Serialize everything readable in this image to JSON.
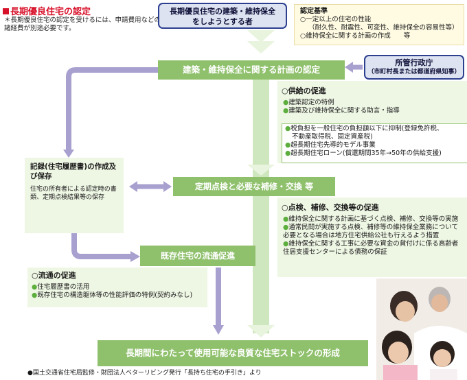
{
  "title": "長期優良住宅の認定",
  "note": "＊長期優良住宅の認定を受けるには、申請費用などの諸経費が別途必要です。",
  "actor": {
    "line1": "長期優良住宅の建築・維持保全",
    "line2": "をしようとする者"
  },
  "criteria": {
    "heading": "認定基準",
    "items": [
      "○一定以上の住宅の性能",
      "（耐久性、耐震性、可変性、維持保全の容易性等）",
      "○維持保全に関する計画の作成　　等"
    ]
  },
  "plan_certification": "建築・維持保全に関する計画の認定",
  "admin": {
    "line1": "所管行政庁",
    "line2": "（市町村長または都道府県知事）"
  },
  "supply_promotion": {
    "heading": "○供給の促進",
    "items": [
      "建築認定の特例",
      "建築及び維持保全に関する助言・指導"
    ],
    "boxed_items": [
      "税負担を一般住宅の負担額以下に抑制(登録免許税、",
      "不動産取得税、固定資産税)",
      "超長期住宅先導的モデル事業",
      "超長期住宅ローン(償還期間35年→50年の供給支援)"
    ]
  },
  "record": {
    "heading": "記録(住宅履歴書)の作成及び保存",
    "text": "住宅の所有者による認定時の書類、定期点検結果等の保存"
  },
  "inspection": "定期点検と必要な補修・交換 等",
  "maintenance_promotion": {
    "heading": "○点検、補修、交換等の促進",
    "items": [
      "維持保全に関する計画に基づく点検、補修、交換等の実施",
      "通常民間が実施する点検、補修等の維持保全業務について必要となる場合は地方住宅供給公社も行えるよう措置",
      "維持保全に関する工事に必要な資金の貸付けに係る高齢者住居支援センターによる債務の保証"
    ]
  },
  "distribution": "既存住宅の流通促進",
  "distribution_promotion": {
    "heading": "○流通の促進",
    "items": [
      "住宅履歴書の活用",
      "既存住宅の構造躯体等の性能評価の特例(契約みなし)"
    ]
  },
  "final_goal": "長期間にわたって使用可能な良質な住宅ストックの形成",
  "source": "●国土交通省住宅局監修・財団法人ベターリビング発行「長持ち住宅の手引き」より",
  "colors": {
    "title_red": "#d8112a",
    "green": "#8fc06c",
    "navy": "#2c3f8f",
    "arrow_purple": "#a8a0cf",
    "light_green": "#eef6e4"
  }
}
